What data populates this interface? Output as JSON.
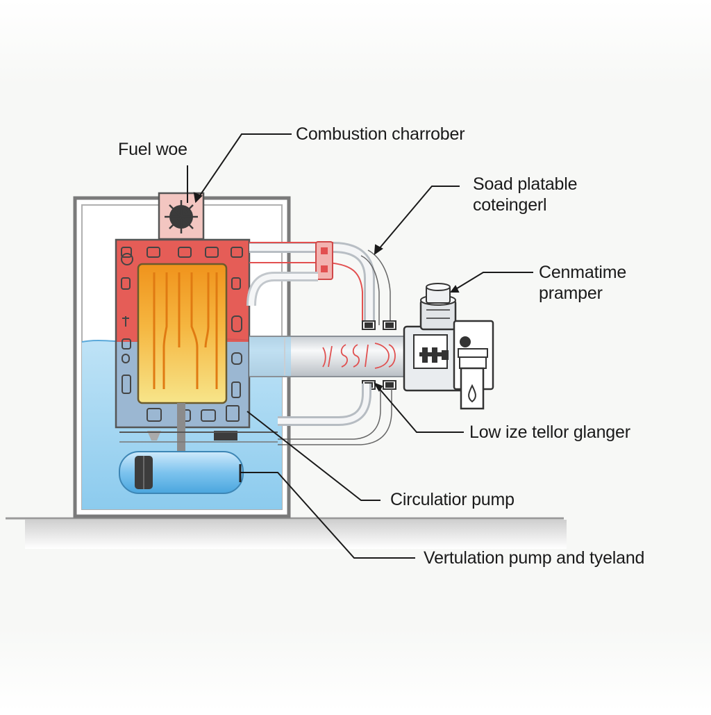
{
  "diagram": {
    "subject": "water heater / boiler schematic",
    "labels": {
      "fuel": "Fuel woe",
      "combustion": "Combustion charrober",
      "soad_line1": "Soad platable",
      "soad_line2": "coteingerl",
      "cenmatime_line1": "Cenmatime",
      "cenmatime_line2": "pramper",
      "low_ize": "Low ize tellor glanger",
      "circulation": "Circulatior pump",
      "vertulation": "Vertulation pump and tyeland"
    },
    "colors": {
      "water": "#a9d8f2",
      "water_dark": "#6bbbe6",
      "flame_outer": "#e35a4d",
      "flame_core_top": "#f2a21e",
      "flame_core_bottom": "#f6e07a",
      "casing": "#7a7a7a",
      "pipe": "#e9ecef",
      "leader": "#1a1a1a"
    }
  }
}
